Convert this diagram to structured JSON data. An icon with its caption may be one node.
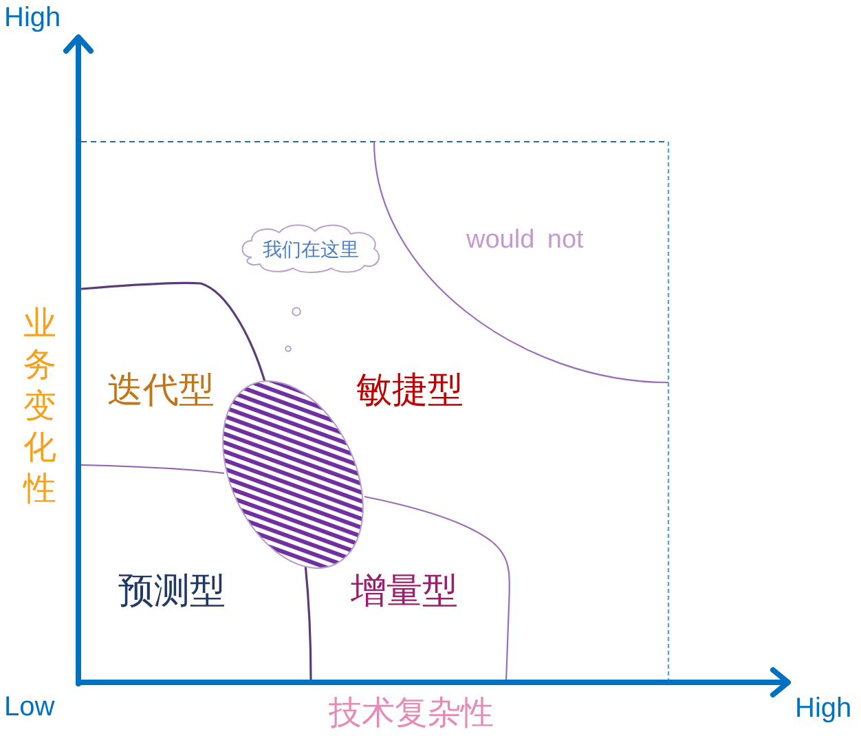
{
  "diagram": {
    "nodes": [
      {
        "text": [
          "我们在这里"
        ]
      },
      {
        "text": [],
        "shape": "ellipse"
      }
    ],
    "labels": [
      "High",
      "would not",
      "业务变化性",
      "迭代型",
      "敏捷型",
      "预测型",
      "增量型",
      "Low",
      "技术复杂性",
      "High"
    ]
  }
}
